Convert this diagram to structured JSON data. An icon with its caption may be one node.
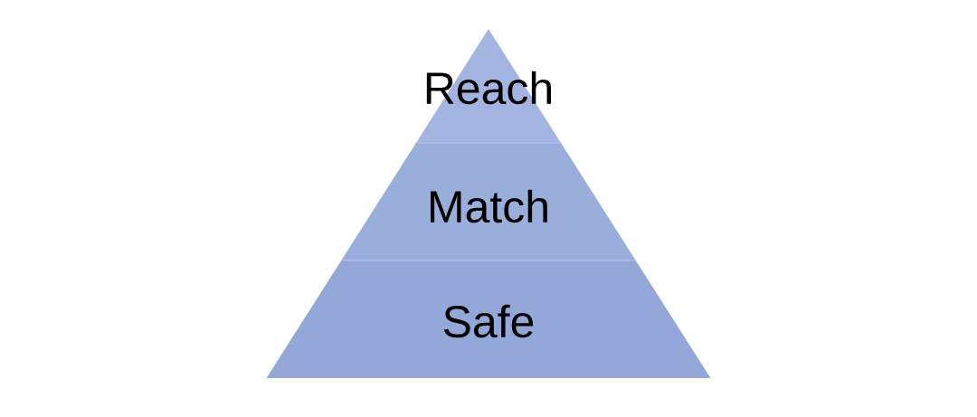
{
  "diagram": {
    "nodes": [
      {
        "text": [
          "Reach"
        ]
      },
      {
        "text": [
          "Match"
        ]
      },
      {
        "text": [
          "Safe"
        ]
      }
    ]
  }
}
